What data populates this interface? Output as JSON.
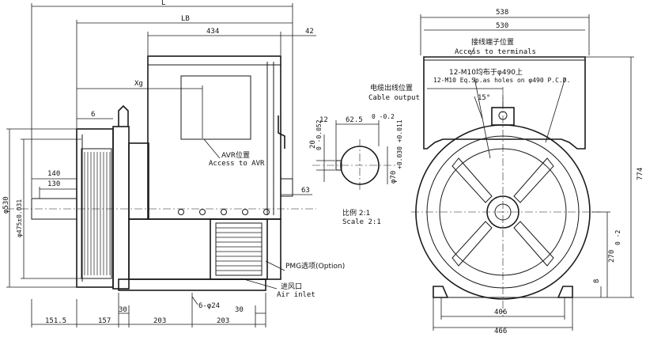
{
  "dimensions": {
    "L": "L",
    "LB": "LB",
    "d434": "434",
    "d42": "42",
    "Xg": "Xg",
    "d6": "6",
    "d140": "140",
    "d130": "130",
    "phi530": "φ530",
    "phi475": "φ475±0.031",
    "d63": "63",
    "d1515": "151.5",
    "d157": "157",
    "d30a": "30",
    "d203a": "203",
    "d203b": "203",
    "d30b": "30",
    "holes": "6-φ24",
    "d12": "12",
    "d625": "62.5",
    "d625tol": "0 -0.2",
    "d20": "20",
    "d20tol": "0 -0.052",
    "phi70": "φ70",
    "phi70tol": "+0.030 +0.011",
    "d538": "538",
    "d530": "530",
    "d15deg": "15°",
    "d774": "774",
    "d270": "270",
    "d270tol": "0 -2",
    "d8": "8",
    "d406": "406",
    "d466": "466"
  },
  "labels": {
    "avr_cn": "AVR位置",
    "avr_en": "Access to AVR",
    "cable_cn": "电缆出线位置",
    "cable_en": "Cable output",
    "terminals_cn": "接线端子位置",
    "terminals_en": "Access to terminals",
    "holes_cn": "12-M10均布于φ490上",
    "holes_en": "12-M10 Eq.Sp.as holes on φ490 P.C.D.",
    "scale_cn": "比例 2:1",
    "scale_en": "Scale 2:1",
    "pmg": "PMG选项(Option)",
    "air_cn": "进风口",
    "air_en": "Air inlet"
  }
}
